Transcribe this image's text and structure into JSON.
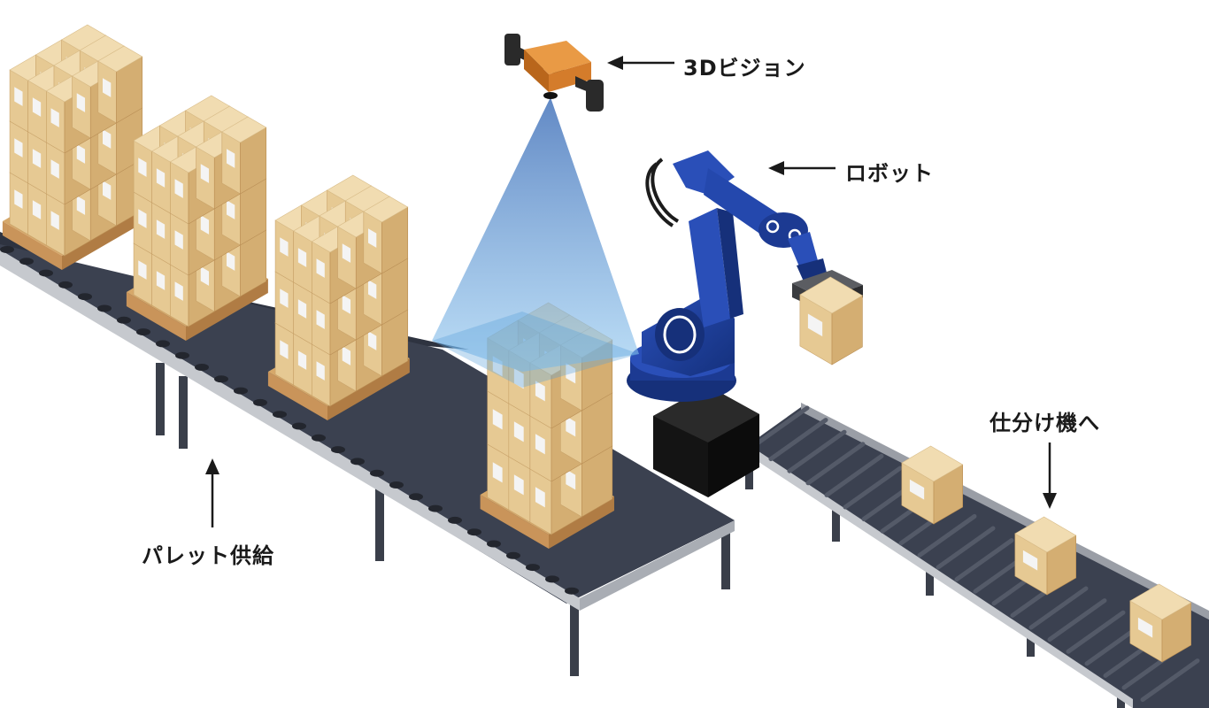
{
  "labels": {
    "vision": "3Dビジョン",
    "robot": "ロボット",
    "sorter": "仕分け機へ",
    "pallet": "パレット供給"
  },
  "colors": {
    "box_top": "#f1dcb1",
    "box_left": "#e6c993",
    "box_right": "#d4ae72",
    "pallet": "#d6a86a",
    "roller": "#3b4150",
    "rail": "#c6c9ce",
    "robot": "#203f9a",
    "robot_dark": "#16307a",
    "base": "#161616",
    "camera": "#dd8a33",
    "beam": "#3f7fc8"
  },
  "icons": [
    "arrow-left-icon",
    "arrow-down-icon",
    "arrow-up-icon",
    "camera-icon",
    "robot-arm-icon"
  ]
}
